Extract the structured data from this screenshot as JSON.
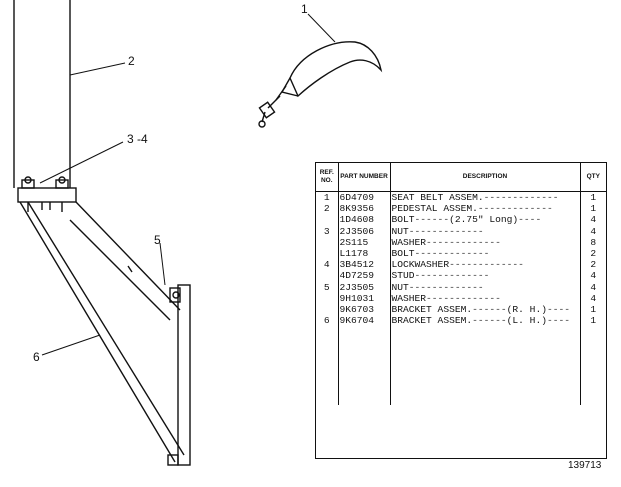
{
  "callouts": {
    "c1": "1",
    "c2": "2",
    "c3": "3 -4",
    "c5": "5",
    "c6": "6"
  },
  "table": {
    "headers": {
      "ref": "REF. NO.",
      "part": "PART NUMBER",
      "desc": "DESCRIPTION",
      "qty": "QTY"
    },
    "rows": [
      {
        "ref": "1",
        "part": "6D4709",
        "desc": "SEAT BELT ASSEM.",
        "qty": "1"
      },
      {
        "ref": "2",
        "part": "8K9356",
        "desc": "PEDESTAL ASSEM.",
        "qty": "1"
      },
      {
        "ref": "",
        "part": "1D4608",
        "desc": "BOLT",
        "note": "(2.75\" Long)",
        "qty": "4"
      },
      {
        "ref": "3",
        "part": "2J3506",
        "desc": "NUT",
        "qty": "4"
      },
      {
        "ref": "",
        "part": "2S115",
        "desc": "WASHER",
        "qty": "8"
      },
      {
        "ref": "",
        "part": "L1178",
        "desc": "BOLT",
        "qty": "2"
      },
      {
        "ref": "4",
        "part": "3B4512",
        "desc": "LOCKWASHER",
        "qty": "2"
      },
      {
        "ref": "",
        "part": "4D7259",
        "desc": "STUD",
        "qty": "4"
      },
      {
        "ref": "5",
        "part": "2J3505",
        "desc": "NUT",
        "qty": "4"
      },
      {
        "ref": "",
        "part": "9H1031",
        "desc": "WASHER",
        "qty": "4"
      },
      {
        "ref": "",
        "part": "9K6703",
        "desc": "BRACKET ASSEM.",
        "note": "(R. H.)",
        "qty": "1"
      },
      {
        "ref": "6",
        "part": "9K6704",
        "desc": "BRACKET ASSEM.",
        "note": "(L. H.)",
        "qty": "1"
      }
    ]
  },
  "figure_number": "139713"
}
